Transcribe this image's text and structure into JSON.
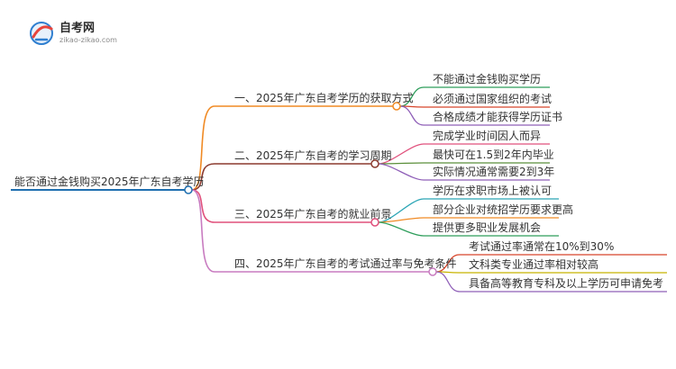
{
  "logo": {
    "title": "自考网",
    "subtitle": "zikao-zikao.com"
  },
  "root": {
    "label": "能否通过金钱购买2025年广东自考学历",
    "color": "#1f6fb0"
  },
  "branches": [
    {
      "label": "一、2025年广东自考学历的获取方式",
      "color": "#f08a24",
      "children": [
        {
          "label": "不能通过金钱购买学历",
          "color": "#2e9e5b"
        },
        {
          "label": "必须通过国家组织的考试",
          "color": "#d8452a"
        },
        {
          "label": "合格成绩才能获得学历证书",
          "color": "#8f5fb8"
        }
      ]
    },
    {
      "label": "二、2025年广东自考的学习周期",
      "color": "#8b3a2e",
      "children": [
        {
          "label": "完成学业时间因人而异",
          "color": "#e0507c"
        },
        {
          "label": "最快可在1.5到2年内毕业",
          "color": "#5b8f3a"
        },
        {
          "label": "实际情况通常需要2到3年",
          "color": "#8f5fb8"
        }
      ]
    },
    {
      "label": "三、2025年广东自考的就业前景",
      "color": "#e0507c",
      "children": [
        {
          "label": "学历在求职市场上被认可",
          "color": "#2aa5b5"
        },
        {
          "label": "部分企业对统招学历要求更高",
          "color": "#f08a24"
        },
        {
          "label": "提供更多职业发展机会",
          "color": "#2e9e5b"
        }
      ]
    },
    {
      "label": "四、2025年广东自考的考试通过率与免考条件",
      "color": "#c87bc0",
      "children": [
        {
          "label": "考试通过率通常在10%到30%",
          "color": "#d8452a"
        },
        {
          "label": "文科类专业通过率相对较高",
          "color": "#c8b400"
        },
        {
          "label": "具备高等教育专科及以上学历可申请免考",
          "color": "#8f5fb8"
        }
      ]
    }
  ]
}
